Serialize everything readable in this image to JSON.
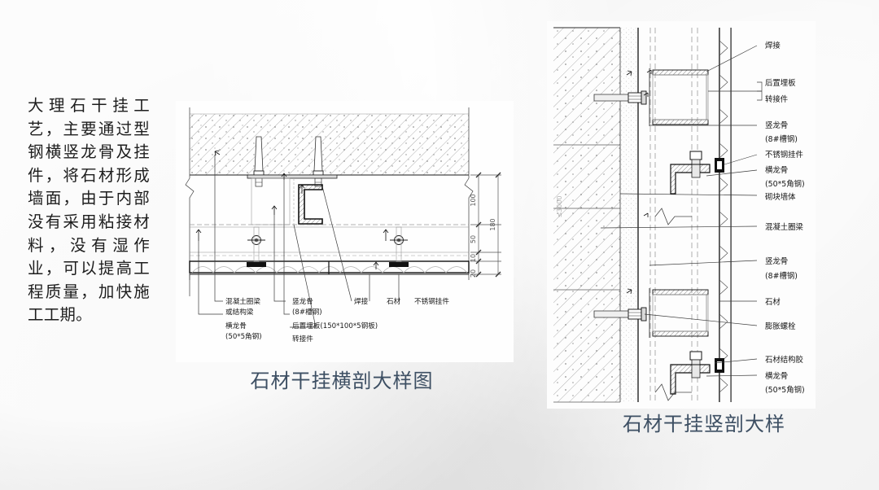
{
  "page": {
    "background_color": "#e9e9e9",
    "caption_color": "#3d4f63",
    "body_text_color": "#1d1d1d"
  },
  "intro": {
    "text": "大理石干挂工艺，主要通过型钢横竖龙骨及挂件，将石材形成墙面，由于内部没有采用粘接材料，没有湿作业，可以提高工程质量，加快施工工期。"
  },
  "horizontal_section": {
    "caption": "石材干挂横剖大样图",
    "labels": {
      "concrete_beam_1": "混凝土圈梁",
      "concrete_beam_2": "或结构梁",
      "horizontal_keel_1": "横龙骨",
      "horizontal_keel_2": "(50*5角钢)",
      "vertical_keel_1": "竖龙骨",
      "vertical_keel_2": "(8#槽钢)",
      "embedded_plate": "后置埋板(150*100*5钢板)",
      "connector": "转接件",
      "welding": "焊接",
      "stone": "石材",
      "stainless_hanger": "不锈钢挂件"
    },
    "dimensions": {
      "d_100": "100",
      "d_180": "180",
      "d_50": "50",
      "d_10": "10",
      "d_20": "20"
    }
  },
  "vertical_section": {
    "caption": "石材干挂竖剖大样",
    "dimension_left": "≤3000",
    "labels_top": [
      "焊接",
      "后置埋板",
      "转接件",
      "竖龙骨",
      "(8#槽钢)",
      "不锈钢挂件",
      "横龙骨",
      "(50*5角钢)",
      "砌块墙体"
    ],
    "labels_bottom": [
      "混凝土圈梁",
      "竖龙骨",
      "(8#槽钢)",
      "石材",
      "膨胀螺栓",
      "石材结构胶",
      "横龙骨",
      "(50*5角钢)"
    ]
  }
}
